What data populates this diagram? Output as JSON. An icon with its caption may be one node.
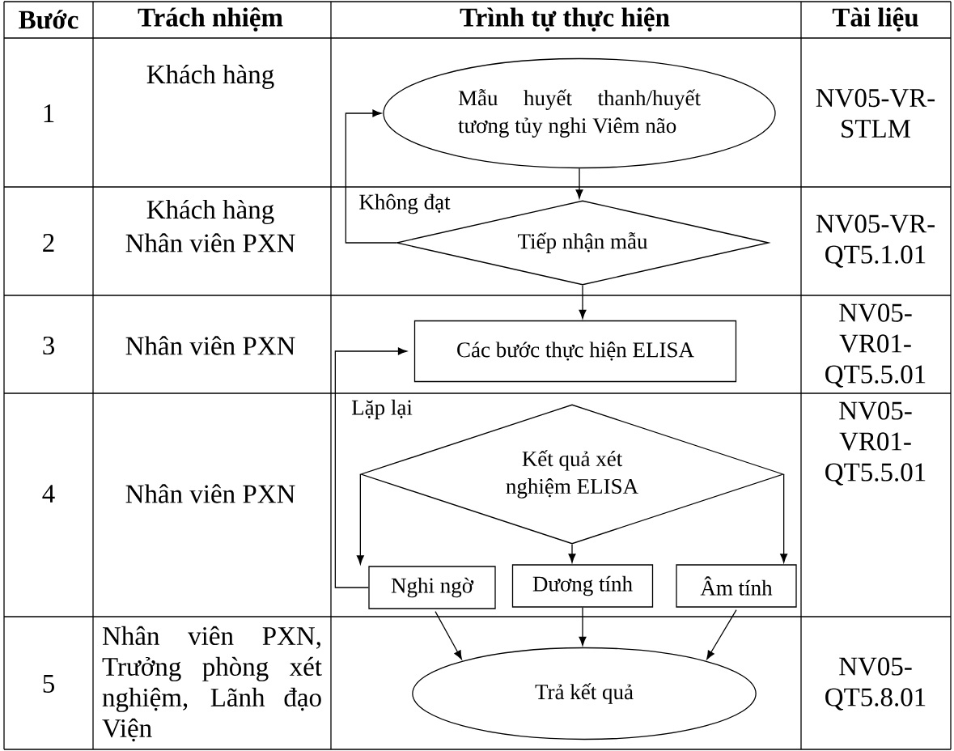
{
  "diagram": {
    "nodes": [
      {
        "text": [
          "Mẫu huyết thanh/huyết tương tủy nghi Viêm não"
        ]
      },
      {
        "text": [
          "Tiếp nhận mẫu"
        ]
      },
      {
        "text": [
          "Các bước thực hiện ELISA"
        ]
      },
      {
        "text": [
          "Kết quả xét nghiệm ELISA"
        ]
      },
      {
        "text": [
          "Nghi ngờ"
        ]
      },
      {
        "text": [
          "Dương tính"
        ]
      },
      {
        "text": [
          "Âm tính"
        ]
      },
      {
        "text": [
          "Trả kết quả"
        ]
      }
    ],
    "edges": [
      {
        "from": 0,
        "to": 1,
        "arrow": "to"
      },
      {
        "from": 1,
        "to": 0,
        "arrow": "to",
        "label": "Không đạt"
      },
      {
        "from": 1,
        "to": 2,
        "arrow": "to"
      },
      {
        "from": 3,
        "to": 4,
        "arrow": "to"
      },
      {
        "from": 3,
        "to": 5,
        "arrow": "to"
      },
      {
        "from": 3,
        "to": 6,
        "arrow": "to"
      },
      {
        "from": 4,
        "to": 2,
        "arrow": "to",
        "label": "Lặp lại"
      },
      {
        "from": 4,
        "to": 7,
        "arrow": "to"
      },
      {
        "from": 5,
        "to": 7,
        "arrow": "to"
      },
      {
        "from": 6,
        "to": 7,
        "arrow": "to"
      }
    ],
    "labels": [
      "Bước",
      "Trách nhiệm",
      "Trình tự thực hiện",
      "Tài liệu",
      "1",
      "Khách hàng",
      "NV05-VR-STLM",
      "2",
      "Khách hàng",
      "Nhân viên PXN",
      "NV05-VR-QT5.1.01",
      "3",
      "Nhân viên PXN",
      "NV05-VR01-QT5.5.01",
      "4",
      "Nhân viên PXN",
      "NV05-VR01-QT5.5.01",
      "5",
      "Nhân viên PXN, Trưởng phòng xét nghiệm, Lãnh đạo Viện",
      "NV05-QT5.8.01"
    ]
  }
}
